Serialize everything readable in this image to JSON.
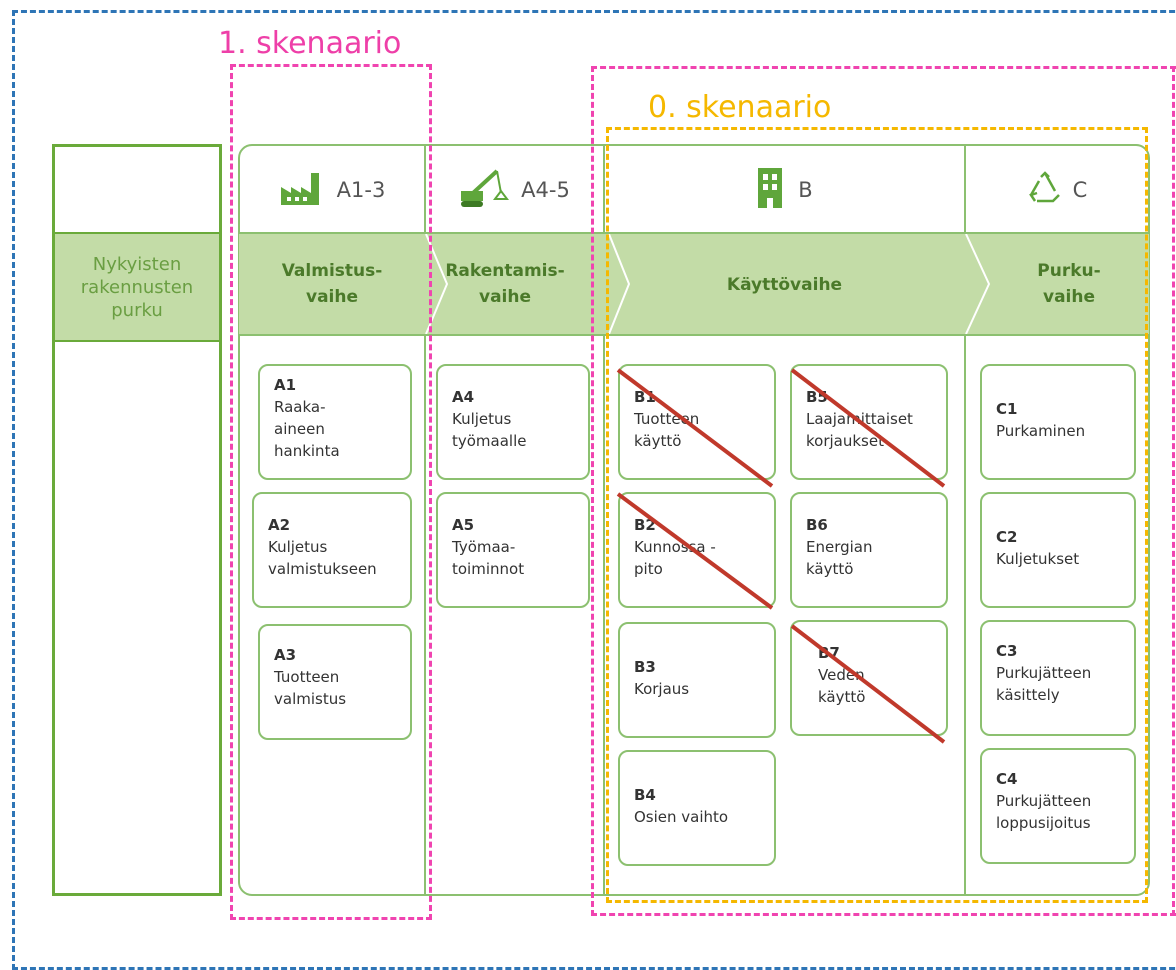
{
  "scenarios": {
    "scenario_1": "1. skenaario",
    "scenario_0": "0. skenaario"
  },
  "existing_demolition": {
    "label": "Nykyisten\nrakennusten\npurku"
  },
  "stages": [
    {
      "id": "A1-3",
      "header": "A1-3",
      "icon": "factory-icon",
      "phase": "Valmistus-\nvaihe"
    },
    {
      "id": "A4-5",
      "header": "A4-5",
      "icon": "crane-icon",
      "phase": "Rakentamis-\nvaihe"
    },
    {
      "id": "B",
      "header": "B",
      "icon": "building-icon",
      "phase": "Käyttövaihe"
    },
    {
      "id": "C",
      "header": "C",
      "icon": "recycle-icon",
      "phase": "Purku-\nvaihe"
    }
  ],
  "modules": {
    "A1": {
      "code": "A1",
      "name": "Raaka-\naineen\nhankinta"
    },
    "A2": {
      "code": "A2",
      "name": "Kuljetus\nvalmistukseen"
    },
    "A3": {
      "code": "A3",
      "name": "Tuotteen\nvalmistus"
    },
    "A4": {
      "code": "A4",
      "name": "Kuljetus\ntyömaalle"
    },
    "A5": {
      "code": "A5",
      "name": "Työmaa-\ntoiminnot"
    },
    "B1": {
      "code": "B1",
      "name": "Tuotteen\nkäyttö",
      "excluded": true
    },
    "B2": {
      "code": "B2",
      "name": "Kunnossa -\npito",
      "excluded": true
    },
    "B3": {
      "code": "B3",
      "name": "Korjaus",
      "excluded": false
    },
    "B4": {
      "code": "B4",
      "name": "Osien vaihto",
      "excluded": false
    },
    "B5": {
      "code": "B5",
      "name": "Laajamittaiset\nkorjaukset",
      "excluded": true
    },
    "B6": {
      "code": "B6",
      "name": "Energian\nkäyttö",
      "excluded": false
    },
    "B7": {
      "code": "B7",
      "name": "Veden\nkäyttö",
      "excluded": true
    },
    "C1": {
      "code": "C1",
      "name": "Purkaminen"
    },
    "C2": {
      "code": "C2",
      "name": "Kuljetukset"
    },
    "C3": {
      "code": "C3",
      "name": "Purkujätteen\nkäsittely"
    },
    "C4": {
      "code": "C4",
      "name": "Purkujätteen\nloppusijoitus"
    }
  },
  "colors": {
    "green_border": "#8cc070",
    "green_band": "#c3dca7",
    "green_icon": "#5fa63b",
    "strike_red": "#c0392b",
    "scenario_pink": "#f044b0",
    "scenario_gold": "#f5b800",
    "outer_blue": "#2e75b6"
  }
}
